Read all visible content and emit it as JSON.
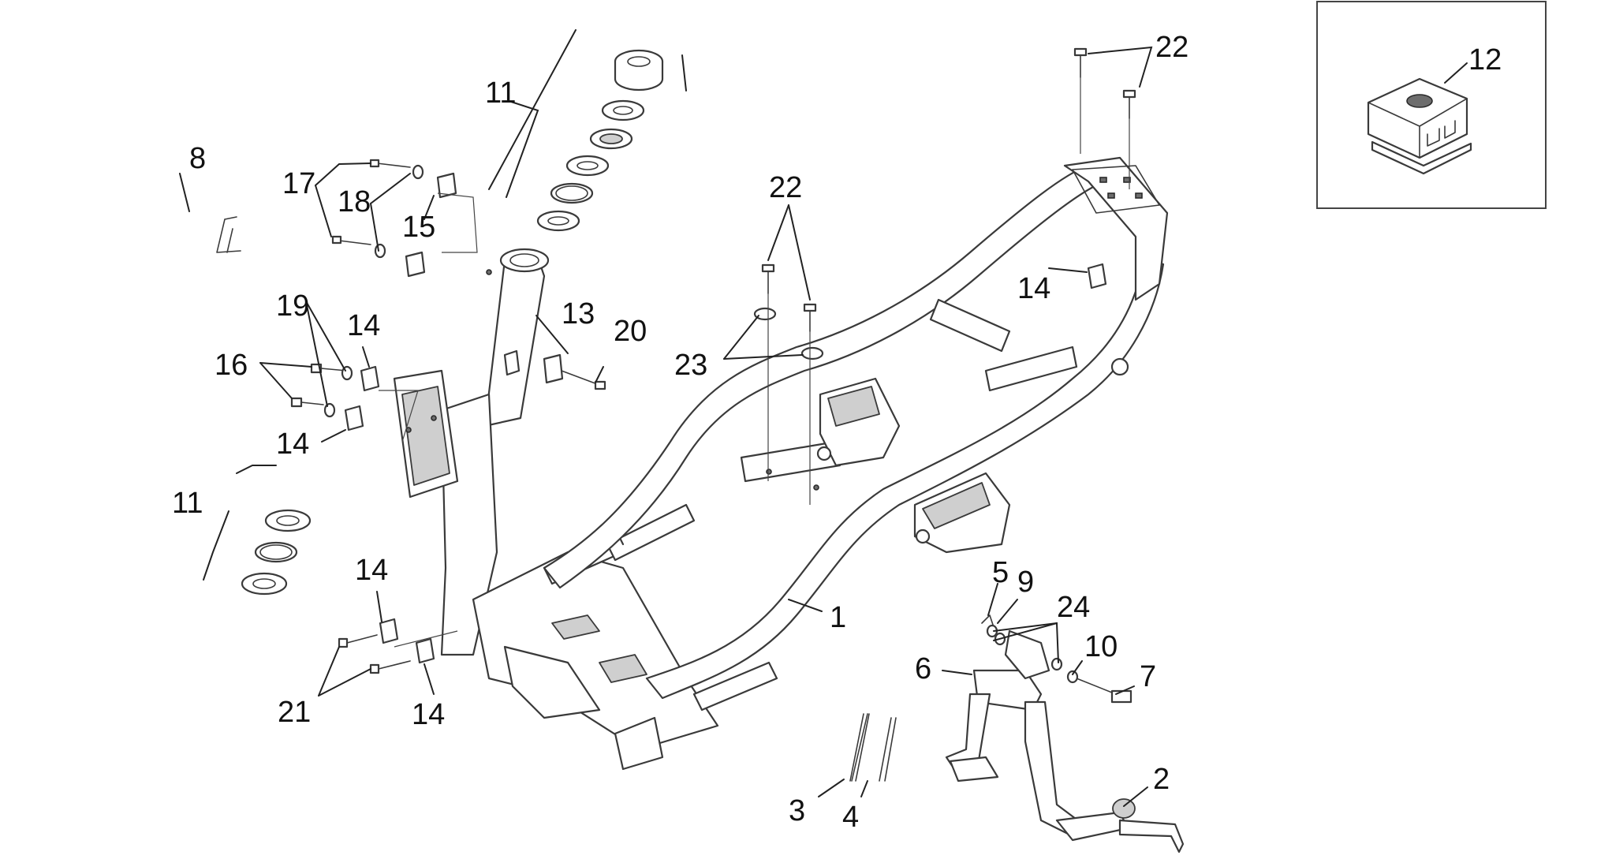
{
  "callouts": {
    "c1": "1",
    "c2": "2",
    "c3": "3",
    "c4": "4",
    "c5": "5",
    "c6": "6",
    "c7": "7",
    "c8": "8",
    "c9": "9",
    "c10": "10",
    "c11a": "11",
    "c11b": "11",
    "c12": "12",
    "c13": "13",
    "c14a": "14",
    "c14b": "14",
    "c14c": "14",
    "c14d": "14",
    "c14e": "14",
    "c15": "15",
    "c16": "16",
    "c17": "17",
    "c18": "18",
    "c19": "19",
    "c20": "20",
    "c21": "21",
    "c22a": "22",
    "c22b": "22",
    "c23": "23",
    "c24": "24"
  },
  "icons": {
    "frame": "scooter-frame-icon",
    "stand": "center-stand-icon",
    "bearing": "steering-bearing-icon",
    "clip": "speed-nut-clip-icon"
  }
}
